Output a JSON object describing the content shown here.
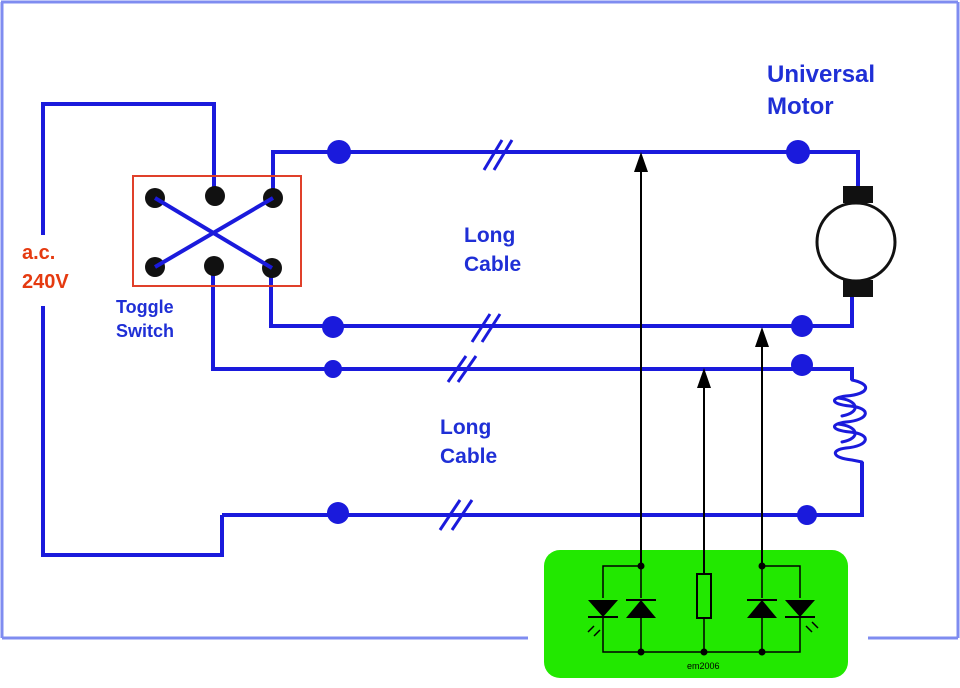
{
  "colors": {
    "wire": "#1a1adc",
    "frame": "#7f8cf0",
    "label_blue": "#1f2fd6",
    "label_red": "#e53a10",
    "switch_box": "#e0402a",
    "detector_bg": "#22e800",
    "detector_ink": "#000000"
  },
  "labels": {
    "motor_line1": "Universal",
    "motor_line2": "Motor",
    "supply_line1": "a.c.",
    "supply_line2": "240V",
    "switch_line1": "Toggle",
    "switch_line2": "Switch",
    "cable1_line1": "Long",
    "cable1_line2": "Cable",
    "cable2_line1": "Long",
    "cable2_line2": "Cable",
    "credit": "em2006"
  },
  "icons": {
    "motor": "motor-symbol-icon",
    "lamp": "lamp-filament-icon",
    "switch": "toggle-switch-icon",
    "led": "led-icon",
    "diode": "diode-icon",
    "resistor": "resistor-icon"
  }
}
